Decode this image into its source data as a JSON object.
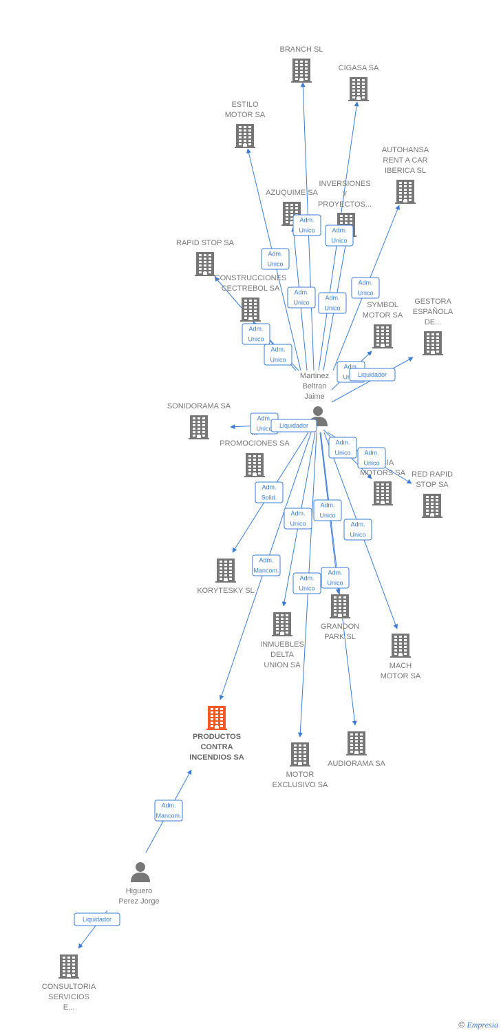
{
  "colors": {
    "edge": "#3a7bd5",
    "building": "#777777",
    "focus": "#f05a28",
    "person": "#777777"
  },
  "nodes": [
    {
      "id": "branch",
      "type": "company",
      "label": [
        "BRANCH SL"
      ]
    },
    {
      "id": "cigasa",
      "type": "company",
      "label": [
        "CIGASA SA"
      ]
    },
    {
      "id": "estilo",
      "type": "company",
      "label": [
        "ESTILO",
        "MOTOR SA"
      ]
    },
    {
      "id": "autohansa",
      "type": "company",
      "label": [
        "AUTOHANSA",
        "RENT A CAR",
        "IBERICA SL"
      ]
    },
    {
      "id": "azuquime",
      "type": "company",
      "label": [
        "AZUQUIME SA"
      ]
    },
    {
      "id": "inversiones",
      "type": "company",
      "label": [
        "INVERSIONES",
        "Y",
        "PROYECTOS..."
      ]
    },
    {
      "id": "rapidstop",
      "type": "company",
      "label": [
        "RAPID STOP SA"
      ]
    },
    {
      "id": "construcciones",
      "type": "company",
      "label": [
        "CONSTRUCCIONES",
        "CECTREBOL SA"
      ]
    },
    {
      "id": "symbol",
      "type": "company",
      "label": [
        "SYMBOL",
        "MOTOR SA"
      ]
    },
    {
      "id": "gestora",
      "type": "company",
      "label": [
        "GESTORA",
        "ESPAÑOLA",
        "DE..."
      ]
    },
    {
      "id": "martinez",
      "type": "person",
      "label": [
        "Martinez",
        "Beltran",
        "Jaime"
      ]
    },
    {
      "id": "sonidorama",
      "type": "company",
      "label": [
        "SONIDORAMA SA"
      ]
    },
    {
      "id": "promociones",
      "type": "company",
      "label": [
        "M",
        "PROMOCIONES SA"
      ]
    },
    {
      "id": "lucia",
      "type": "company",
      "label": [
        "LUCIA",
        "MOTORS SA"
      ]
    },
    {
      "id": "redrapid",
      "type": "company",
      "label": [
        "RED RAPID",
        "STOP SA"
      ]
    },
    {
      "id": "korytesky",
      "type": "company",
      "label": [
        "KORYTESKY SL"
      ]
    },
    {
      "id": "grandon",
      "type": "company",
      "label": [
        "GRANDON",
        "PARK SL"
      ]
    },
    {
      "id": "inmuebles",
      "type": "company",
      "label": [
        "INMUEBLES",
        "DELTA",
        "UNION SA"
      ]
    },
    {
      "id": "mach",
      "type": "company",
      "label": [
        "MACH",
        "MOTOR SA"
      ]
    },
    {
      "id": "productos",
      "type": "focus",
      "label": [
        "PRODUCTOS",
        "CONTRA",
        "INCENDIOS SA"
      ]
    },
    {
      "id": "audiorama",
      "type": "company",
      "label": [
        "AUDIORAMA SA"
      ]
    },
    {
      "id": "motorexclusivo",
      "type": "company",
      "label": [
        "MOTOR",
        "EXCLUSIVO SA"
      ]
    },
    {
      "id": "higuero",
      "type": "person",
      "label": [
        "Higuero",
        "Perez Jorge"
      ]
    },
    {
      "id": "consultoria",
      "type": "company",
      "label": [
        "CONSULTORIA",
        "SERVICIOS",
        "E..."
      ]
    }
  ],
  "edges": [
    {
      "from": "martinez",
      "to": "branch",
      "label": [
        "Adm.",
        "Unico"
      ]
    },
    {
      "from": "martinez",
      "to": "cigasa",
      "label": [
        "Adm.",
        "Unico"
      ]
    },
    {
      "from": "martinez",
      "to": "estilo",
      "label": [
        "Adm.",
        "Unico"
      ]
    },
    {
      "from": "martinez",
      "to": "azuquime",
      "label": [
        "Adm.",
        "Unico"
      ]
    },
    {
      "from": "martinez",
      "to": "inversiones",
      "label": [
        "Adm.",
        "Unico"
      ]
    },
    {
      "from": "martinez",
      "to": "autohansa",
      "label": [
        "Adm.",
        "Unico"
      ]
    },
    {
      "from": "martinez",
      "to": "rapidstop",
      "label": [
        "Adm.",
        "Unico"
      ]
    },
    {
      "from": "martinez",
      "to": "construcciones",
      "label": [
        "Adm.",
        "Unico"
      ]
    },
    {
      "from": "martinez",
      "to": "symbol",
      "label": [
        "Adm.",
        "Unico"
      ]
    },
    {
      "from": "martinez",
      "to": "gestora",
      "label": [
        "Liquidador"
      ]
    },
    {
      "from": "martinez",
      "to": "sonidorama",
      "label": [
        "Adm.",
        "Unico"
      ]
    },
    {
      "from": "martinez",
      "to": "promociones",
      "label": [
        "Liquidador"
      ]
    },
    {
      "from": "martinez",
      "to": "lucia",
      "label": [
        "Adm.",
        "Unico"
      ]
    },
    {
      "from": "martinez",
      "to": "redrapid",
      "label": [
        "Adm.",
        "Unico"
      ]
    },
    {
      "from": "martinez",
      "to": "korytesky",
      "label": [
        "Adm.",
        "Solid."
      ]
    },
    {
      "from": "martinez",
      "to": "inmuebles",
      "label": [
        "Adm.",
        "Unico"
      ]
    },
    {
      "from": "martinez",
      "to": "grandon",
      "label": [
        "Adm.",
        "Unico"
      ]
    },
    {
      "from": "martinez",
      "to": "mach",
      "label": [
        "Adm.",
        "Unico"
      ]
    },
    {
      "from": "martinez",
      "to": "productos",
      "label": [
        "Adm.",
        "Mancom."
      ]
    },
    {
      "from": "martinez",
      "to": "motorexclusivo",
      "label": [
        "Adm.",
        "Unico"
      ]
    },
    {
      "from": "martinez",
      "to": "audiorama",
      "label": [
        "Adm.",
        "Unico"
      ]
    },
    {
      "from": "higuero",
      "to": "productos",
      "label": [
        "Adm.",
        "Mancom."
      ]
    },
    {
      "from": "higuero",
      "to": "consultoria",
      "label": [
        "Liquidador"
      ]
    }
  ],
  "footer": {
    "copyright": "©",
    "brand": "Empresia"
  }
}
